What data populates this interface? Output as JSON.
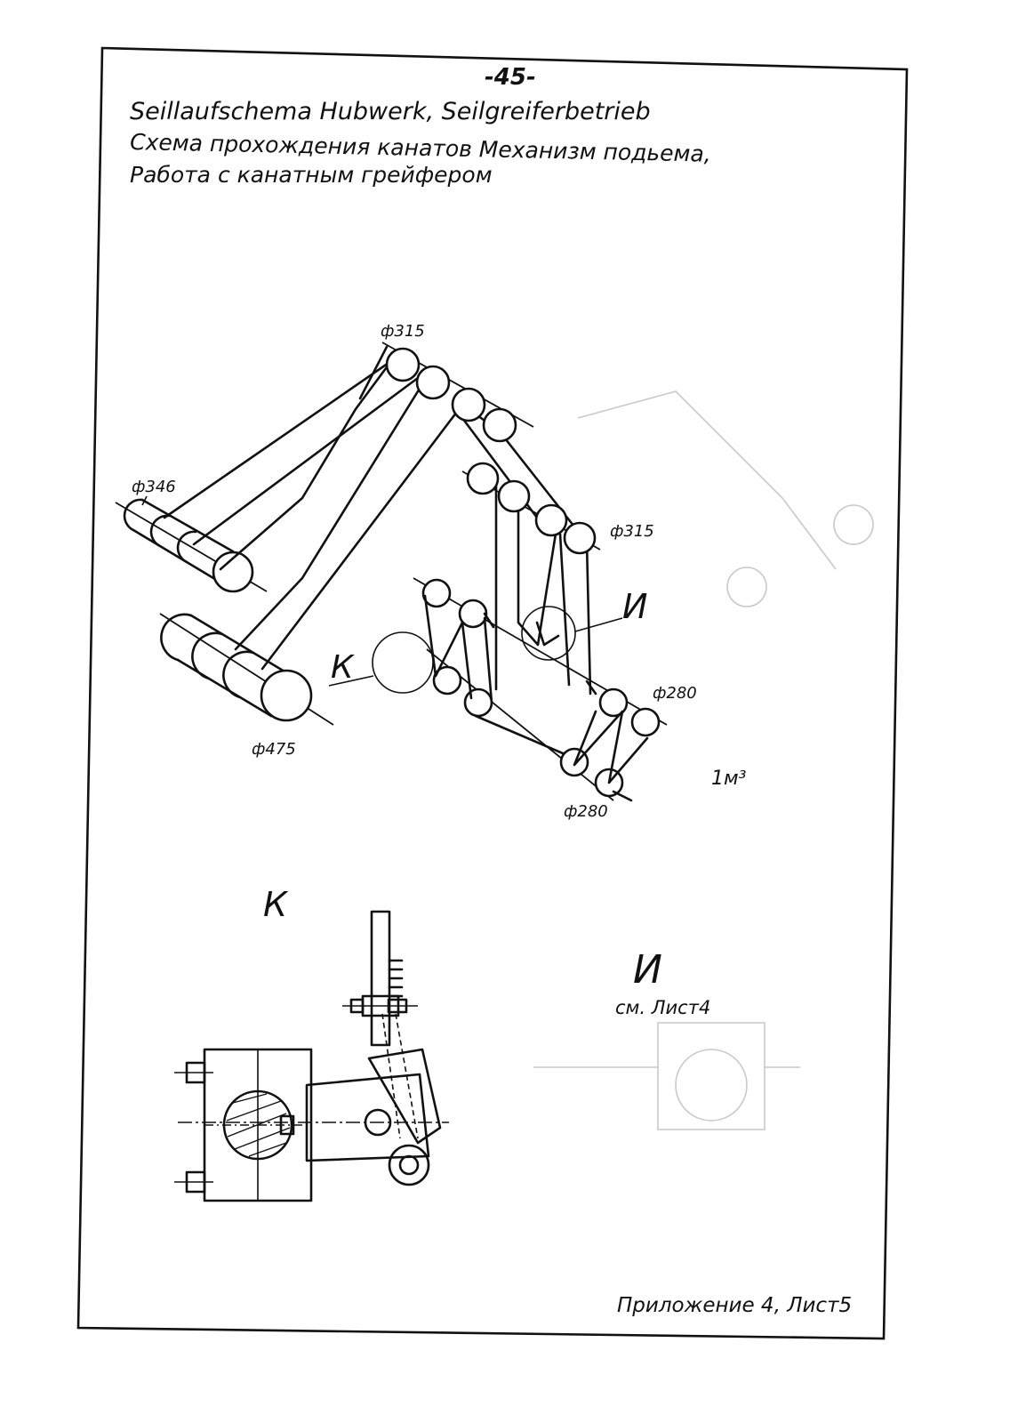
{
  "page_number": "-45-",
  "title": {
    "line_de": "Seillaufschema Hubwerk, Seilgreiferbetrieb",
    "line_ru_1": "Схема прохождения канатов Механизм подьема,",
    "line_ru_2": "Работа с канатным грейфером"
  },
  "labels": {
    "sheave_top": "ф315",
    "sheave_right": "ф315",
    "drum_upper": "ф346",
    "drum_lower": "ф475",
    "block_right_upper": "ф280",
    "block_right_lower": "ф280",
    "detail_k_marker": "К",
    "detail_i_marker": "И",
    "capacity": "1м³"
  },
  "detail_k": {
    "title": "К"
  },
  "detail_i": {
    "title": "И",
    "reference": "см. Лист4"
  },
  "footer": "Приложение 4, Лист5"
}
